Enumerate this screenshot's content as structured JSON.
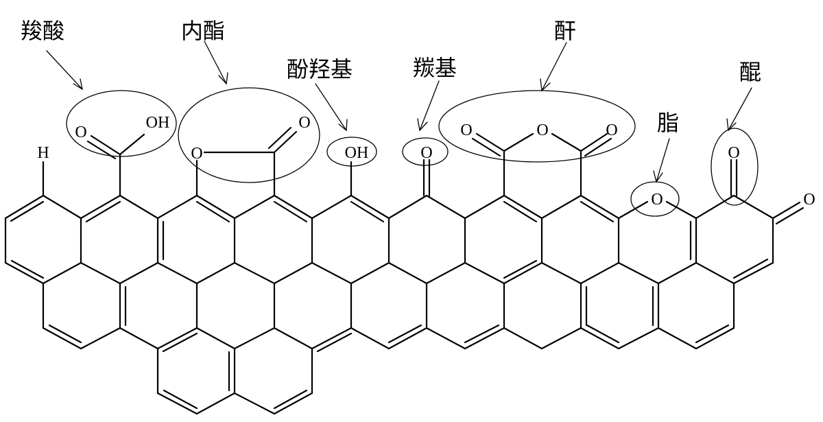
{
  "groups": [
    {
      "key": "carboxyl",
      "label": "羧酸"
    },
    {
      "key": "lactone",
      "label": "内酯"
    },
    {
      "key": "phenol",
      "label": "酚羟基"
    },
    {
      "key": "carbonyl",
      "label": "羰基"
    },
    {
      "key": "anhydride",
      "label": "酐"
    },
    {
      "key": "ether",
      "label": "脂"
    },
    {
      "key": "quinone",
      "label": "醌"
    }
  ],
  "atoms": {
    "h": "H",
    "carboxyl_o": "O",
    "carboxyl_oh": "OH",
    "lactone_ring_o": "O",
    "lactone_o": "O",
    "phenol_oh": "OH",
    "carbonyl_o": "O",
    "anhydride_o_left": "O",
    "anhydride_o_bridge": "O",
    "anhydride_o_right": "O",
    "ether_o": "O",
    "quinone_o": "O",
    "quinone_o_right": "O"
  }
}
